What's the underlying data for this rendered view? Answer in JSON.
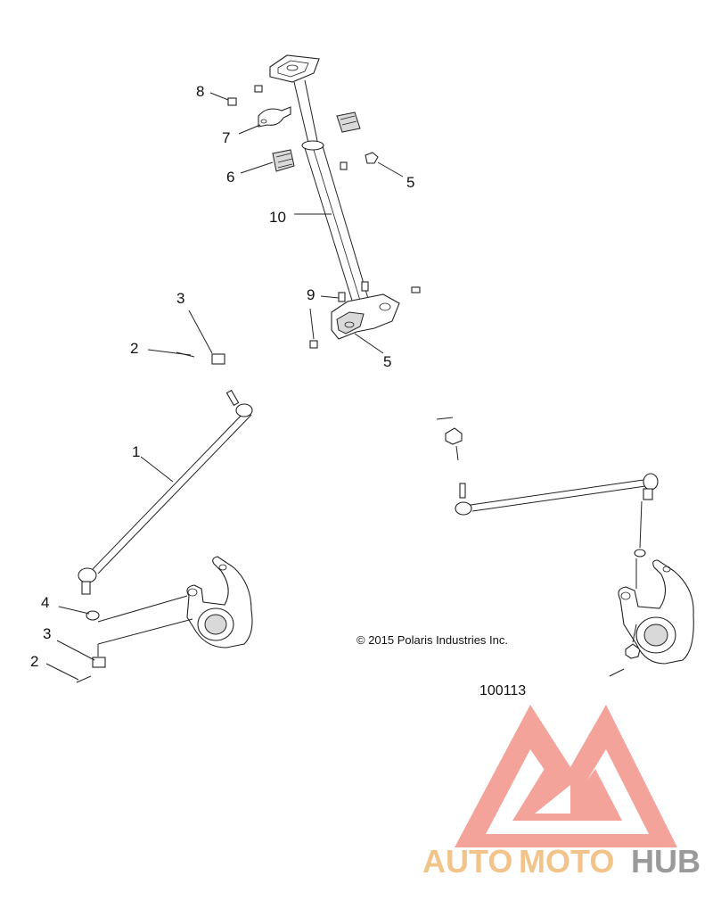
{
  "diagram": {
    "copyright": "© 2015 Polaris Industries Inc.",
    "figure_number": "100113",
    "callouts": [
      {
        "id": "c8",
        "label": "8"
      },
      {
        "id": "c7",
        "label": "7"
      },
      {
        "id": "c6",
        "label": "6"
      },
      {
        "id": "c5a",
        "label": "5"
      },
      {
        "id": "c10",
        "label": "10"
      },
      {
        "id": "c9",
        "label": "9"
      },
      {
        "id": "c5b",
        "label": "5"
      },
      {
        "id": "c3a",
        "label": "3"
      },
      {
        "id": "c2a",
        "label": "2"
      },
      {
        "id": "c1",
        "label": "1"
      },
      {
        "id": "c4",
        "label": "4"
      },
      {
        "id": "c3b",
        "label": "3"
      },
      {
        "id": "c2b",
        "label": "2"
      }
    ]
  },
  "watermark": {
    "text_part1": "AUTO",
    "text_part2": "MOTO",
    "text_part3": "HUB",
    "color_light": "#f2c48a",
    "color_dark": "#9a9a9a",
    "logo_color": "#f39a90"
  }
}
